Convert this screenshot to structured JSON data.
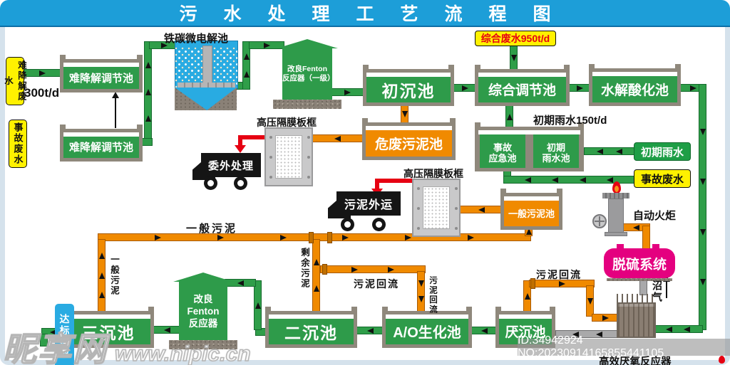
{
  "title": "污水处理工艺流程图",
  "tags": {
    "refractory": "难降解废水",
    "refractory_rate": "300t/d",
    "accident_left": "事故废水",
    "combined": "综合废水950t/d",
    "rain_rate": "初期雨水150t/d",
    "rain": "初期雨水",
    "accident_right": "事故废水",
    "discharge": "达标排放"
  },
  "tanks": {
    "reg1": "难降解调节池",
    "reg2": "难降解调节池",
    "iron_carbon": "铁碳微电解池",
    "fenton1": "改良Fenton\n反应器（一级）",
    "primary": "初沉池",
    "comprehensive": "综合调节池",
    "hydrolysis": "水解酸化池",
    "hazardous": "危废污泥池",
    "emergency": "事故\n应急池",
    "rain_pool": "初期\n雨水池",
    "sludge_pool": "一般污泥池",
    "tertiary": "三沉池",
    "fenton2": "改良\nFenton\n反应器",
    "secondary": "二沉池",
    "ao": "A/O生化池",
    "anaerobic": "厌沉池",
    "uasb": "高效厌氧反应器",
    "desulfur": "脱硫系统"
  },
  "equipment": {
    "filter1": "高压隔膜板框",
    "filter2": "高压隔膜板框",
    "truck1": "委外处理",
    "truck2": "污泥外运",
    "torch": "自动火炬",
    "biogas": "沼气"
  },
  "flows": {
    "general_v": "一般污泥",
    "general_h": "一般污泥",
    "excess": "剩余污泥",
    "return1": "污泥回流",
    "return2": "污泥回流",
    "return3": "污泥回流"
  },
  "watermark": {
    "brand": "昵享网",
    "url": "www.nipic.cn",
    "idline": "ID:34942924 NO:20230914165855441105"
  },
  "colors": {
    "header_blue": "#1d9ed8",
    "tank_green": "#2e9b4a",
    "frame_gray": "#8f887c",
    "pipe_orange": "#f08a00",
    "label_yellow": "#fff100",
    "desulfur_magenta": "#e4007f",
    "electro_blue": "#29abe2",
    "accent_red": "#e60012"
  }
}
